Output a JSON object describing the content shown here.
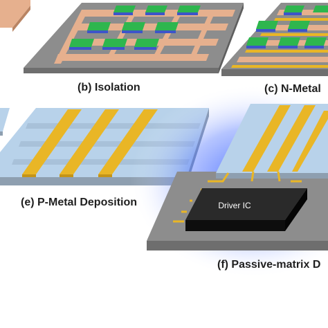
{
  "panels": {
    "b": {
      "caption": "(b) Isolation"
    },
    "c": {
      "caption": "(c) N-Metal"
    },
    "e": {
      "caption": "(e) P-Metal Deposition"
    },
    "f": {
      "caption": "(f) Passive-matrix D",
      "chip_label": "Driver IC"
    }
  },
  "colors": {
    "substrate_top": "#8d8d8d",
    "substrate_side": "#6e6e6e",
    "isolation_layer": "#e6b08e",
    "mesa_green": "#2eb64e",
    "mesa_blue": "#3d55c9",
    "metal_gold": "#e9b626",
    "passivation_blue": "#b8d2ea",
    "driver_ic": "#161616",
    "glow": "#2a55ff"
  }
}
